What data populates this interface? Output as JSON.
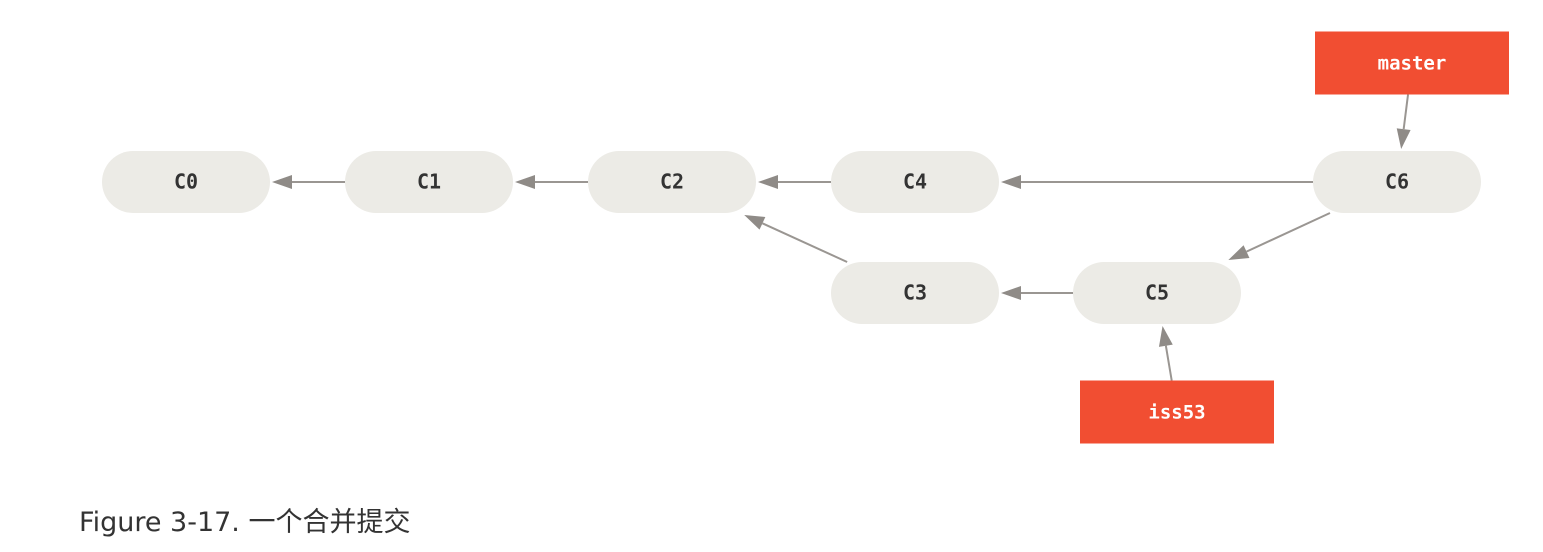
{
  "diagram": {
    "commits": [
      {
        "id": "C0",
        "label": "C0"
      },
      {
        "id": "C1",
        "label": "C1"
      },
      {
        "id": "C2",
        "label": "C2"
      },
      {
        "id": "C4",
        "label": "C4"
      },
      {
        "id": "C6",
        "label": "C6"
      },
      {
        "id": "C3",
        "label": "C3"
      },
      {
        "id": "C5",
        "label": "C5"
      }
    ],
    "branches": [
      {
        "id": "master",
        "label": "master",
        "points_to": "C6"
      },
      {
        "id": "iss53",
        "label": "iss53",
        "points_to": "C5"
      }
    ],
    "edges": [
      {
        "from": "C1",
        "to": "C0"
      },
      {
        "from": "C2",
        "to": "C1"
      },
      {
        "from": "C4",
        "to": "C2"
      },
      {
        "from": "C3",
        "to": "C2"
      },
      {
        "from": "C6",
        "to": "C4"
      },
      {
        "from": "C6",
        "to": "C5"
      },
      {
        "from": "C5",
        "to": "C3"
      },
      {
        "from": "master",
        "to": "C6"
      },
      {
        "from": "iss53",
        "to": "C5"
      }
    ],
    "colors": {
      "commit_fill": "#ecebe6",
      "branch_fill": "#f14e32",
      "arrow": "#9a9692"
    }
  },
  "caption": "Figure 3-17. 一个合并提交"
}
